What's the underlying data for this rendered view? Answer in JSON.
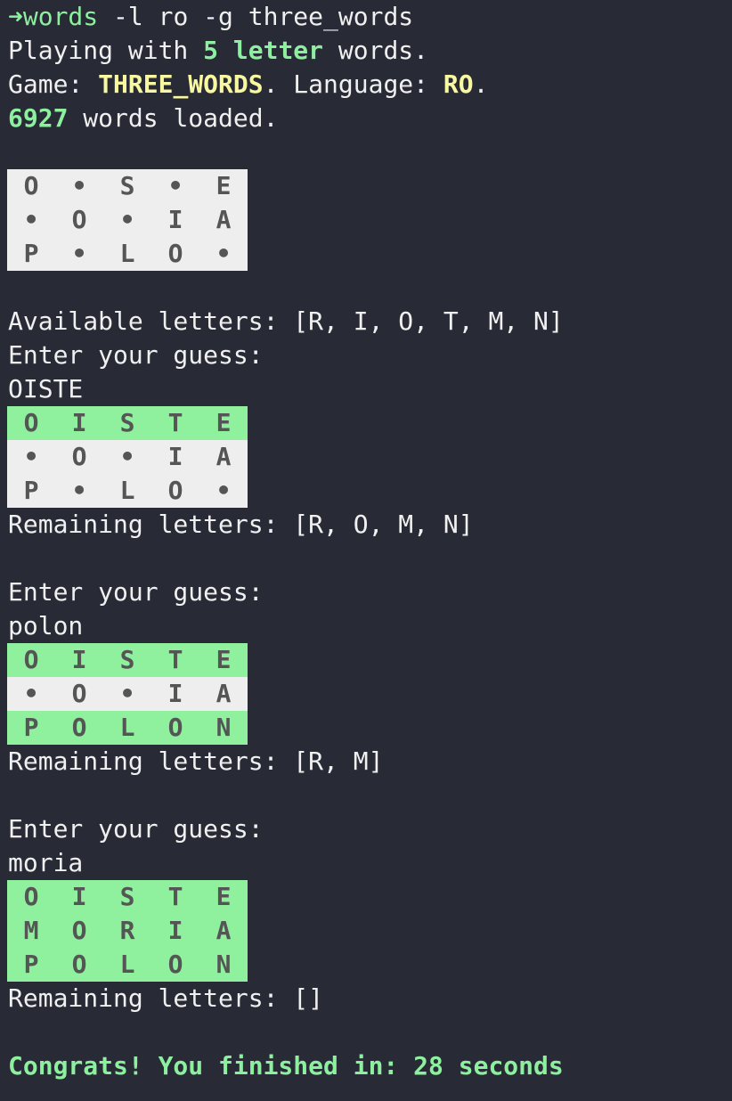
{
  "session": {
    "prompt_symbol": "➜",
    "command_name": "words",
    "command_args": " -l ro -g three_words",
    "playing_prefix": "Playing with ",
    "word_length_text": "5 letter",
    "playing_suffix": " words.",
    "game_prefix": "Game: ",
    "game_name": "THREE_WORDS",
    "language_prefix": ". Language: ",
    "language": "RO",
    "language_suffix": ".",
    "words_count": "6927",
    "words_suffix": " words loaded."
  },
  "initial_board": {
    "rows": [
      {
        "solved": false,
        "cells": [
          "O",
          "•",
          "S",
          "•",
          "E"
        ]
      },
      {
        "solved": false,
        "cells": [
          "•",
          "O",
          "•",
          "I",
          "A"
        ]
      },
      {
        "solved": false,
        "cells": [
          "P",
          "•",
          "L",
          "O",
          "•"
        ]
      }
    ]
  },
  "available_letters_text": "Available letters: [R, I, O, T, M, N]",
  "turns": [
    {
      "prompt": "Enter your guess:",
      "guess": "OISTE",
      "board": [
        {
          "solved": true,
          "cells": [
            "O",
            "I",
            "S",
            "T",
            "E"
          ]
        },
        {
          "solved": false,
          "cells": [
            "•",
            "O",
            "•",
            "I",
            "A"
          ]
        },
        {
          "solved": false,
          "cells": [
            "P",
            "•",
            "L",
            "O",
            "•"
          ]
        }
      ],
      "remaining": "Remaining letters: [R, O, M, N]"
    },
    {
      "prompt": "Enter your guess:",
      "guess": "polon",
      "board": [
        {
          "solved": true,
          "cells": [
            "O",
            "I",
            "S",
            "T",
            "E"
          ]
        },
        {
          "solved": false,
          "cells": [
            "•",
            "O",
            "•",
            "I",
            "A"
          ]
        },
        {
          "solved": true,
          "cells": [
            "P",
            "O",
            "L",
            "O",
            "N"
          ]
        }
      ],
      "remaining": "Remaining letters: [R, M]"
    },
    {
      "prompt": "Enter your guess:",
      "guess": "moria",
      "board": [
        {
          "solved": true,
          "cells": [
            "O",
            "I",
            "S",
            "T",
            "E"
          ]
        },
        {
          "solved": true,
          "cells": [
            "M",
            "O",
            "R",
            "I",
            "A"
          ]
        },
        {
          "solved": true,
          "cells": [
            "P",
            "O",
            "L",
            "O",
            "N"
          ]
        }
      ],
      "remaining": "Remaining letters: []"
    }
  ],
  "final_message": "Congrats! You finished in: 28 seconds",
  "colors": {
    "background": "#282a36",
    "green": "#8df09f",
    "yellow": "#f8f8a0",
    "tile_default": "#eeeeee",
    "tile_solved": "#8ff09e"
  }
}
